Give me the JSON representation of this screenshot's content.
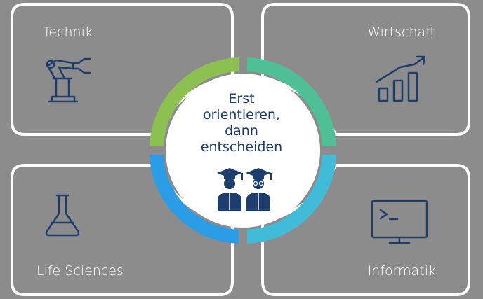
{
  "center": {
    "lines": [
      "Erst",
      "orientieren,",
      "dann",
      "entscheiden"
    ],
    "icon": "graduates-icon"
  },
  "quadrants": [
    {
      "label": "Technik",
      "icon": "robot-arm-icon",
      "color": "#8cc152"
    },
    {
      "label": "Wirtschaft",
      "icon": "growth-chart-icon",
      "color": "#4fbf95"
    },
    {
      "label": "Life Sciences",
      "icon": "flask-icon",
      "color": "#2b9ce6"
    },
    {
      "label": "Informatik",
      "icon": "terminal-icon",
      "color": "#40bcd8"
    }
  ],
  "colors": {
    "background": "#8c8c8c",
    "box_border": "#ffffff",
    "icon": "#1d3d6e"
  }
}
